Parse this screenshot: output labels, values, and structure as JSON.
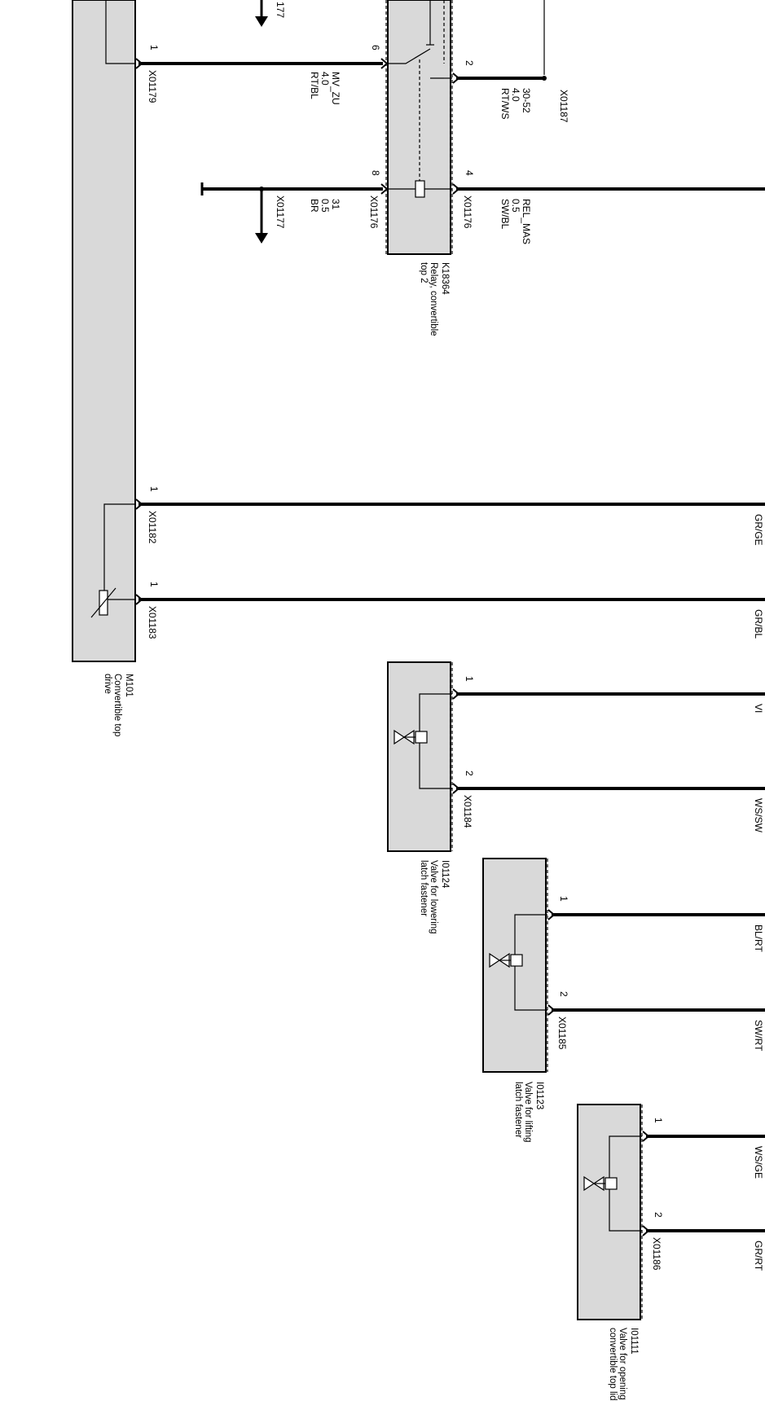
{
  "components": {
    "m101": {
      "id": "M101",
      "name": "Convertible top\ndrive"
    },
    "k18364": {
      "id": "K18364",
      "name": "Relay, convertible\ntop 2"
    },
    "i01124": {
      "id": "I01124",
      "name": "Valve for lowering\nlatch fastener"
    },
    "i01123": {
      "id": "I01123",
      "name": "Valve for lifting\nlatch fastener"
    },
    "i01111": {
      "id": "I01111",
      "name": "Valve for opening\nconvertible top lid"
    }
  },
  "connectors": {
    "x01179": "X01179",
    "x01187": "X01187",
    "x01176_a": "X01176",
    "x01176_b": "X01176",
    "x01177": "X01177",
    "x01177_top": "177",
    "x01182": "X01182",
    "x01183": "X01183",
    "x01184": "X01184",
    "x01185": "X01185",
    "x01186": "X01186"
  },
  "pins": {
    "x01179_1": "1",
    "k_6": "6",
    "k_2": "2",
    "k_8": "8",
    "k_4": "4",
    "x01182_1": "1",
    "x01183_1": "1",
    "x01184_1": "1",
    "x01184_2": "2",
    "x01185_1": "1",
    "x01185_2": "2",
    "x01186_1": "1",
    "x01186_2": "2"
  },
  "wires": {
    "mv_zu": "MV_ZU\n4.0\nRT/BL",
    "w30_52": "30-52\n4.0\nRT/WS",
    "w31": "31\n0.5\nBR",
    "rel_mas": "REL_MAS\n0.5\nSW/BL",
    "gr_ge": "GR/GE",
    "gr_bl": "GR/BL",
    "vi": "VI",
    "ws_sw": "WS/SW",
    "bl_rt": "BL/RT",
    "sw_rt": "SW/RT",
    "ws_ge": "WS/GE",
    "gr_rt": "GR/RT"
  },
  "colors": {
    "component_fill": "#d9d9d9",
    "wire": "#000000",
    "line": "#000000"
  }
}
